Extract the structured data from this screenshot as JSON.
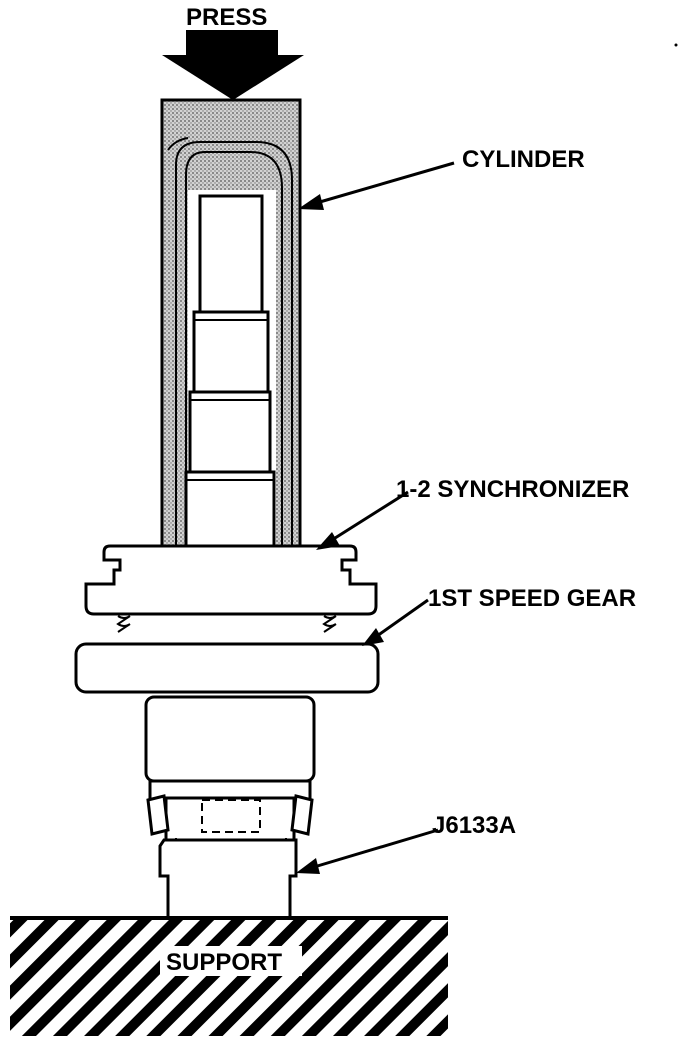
{
  "labels": {
    "press": "PRESS",
    "cylinder": "CYLINDER",
    "synchronizer": "1-2 SYNCHRONIZER",
    "first_gear": "1ST SPEED GEAR",
    "tool": "J6133A",
    "support": "SUPPORT"
  },
  "colors": {
    "ink": "#000000",
    "paper": "#ffffff",
    "stipple": "#c8c8c8"
  }
}
